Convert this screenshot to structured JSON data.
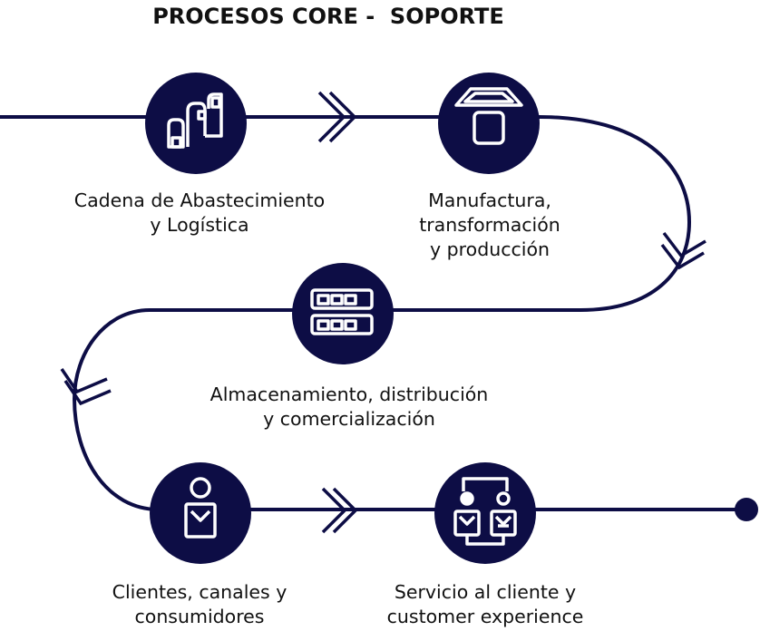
{
  "title": "PROCESOS CORE -  SOPORTE",
  "colors": {
    "navy": "#0d0d45",
    "text": "#111111",
    "icon_stroke": "#ffffff"
  },
  "steps": [
    {
      "icon": "supply-chain-icon",
      "lines": [
        "Cadena de Abastecimiento",
        "y Logística"
      ]
    },
    {
      "icon": "manufacturing-press-icon",
      "lines": [
        "Manufactura,",
        "transformación",
        "y producción"
      ]
    },
    {
      "icon": "warehouse-shelves-icon",
      "lines": [
        "Almacenamiento, distribución",
        "y comercialización"
      ]
    },
    {
      "icon": "customer-person-icon",
      "lines": [
        "Clientes, canales y",
        "consumidores"
      ]
    },
    {
      "icon": "customer-service-icon",
      "lines": [
        "Servicio al cliente y",
        "customer experience"
      ]
    }
  ]
}
